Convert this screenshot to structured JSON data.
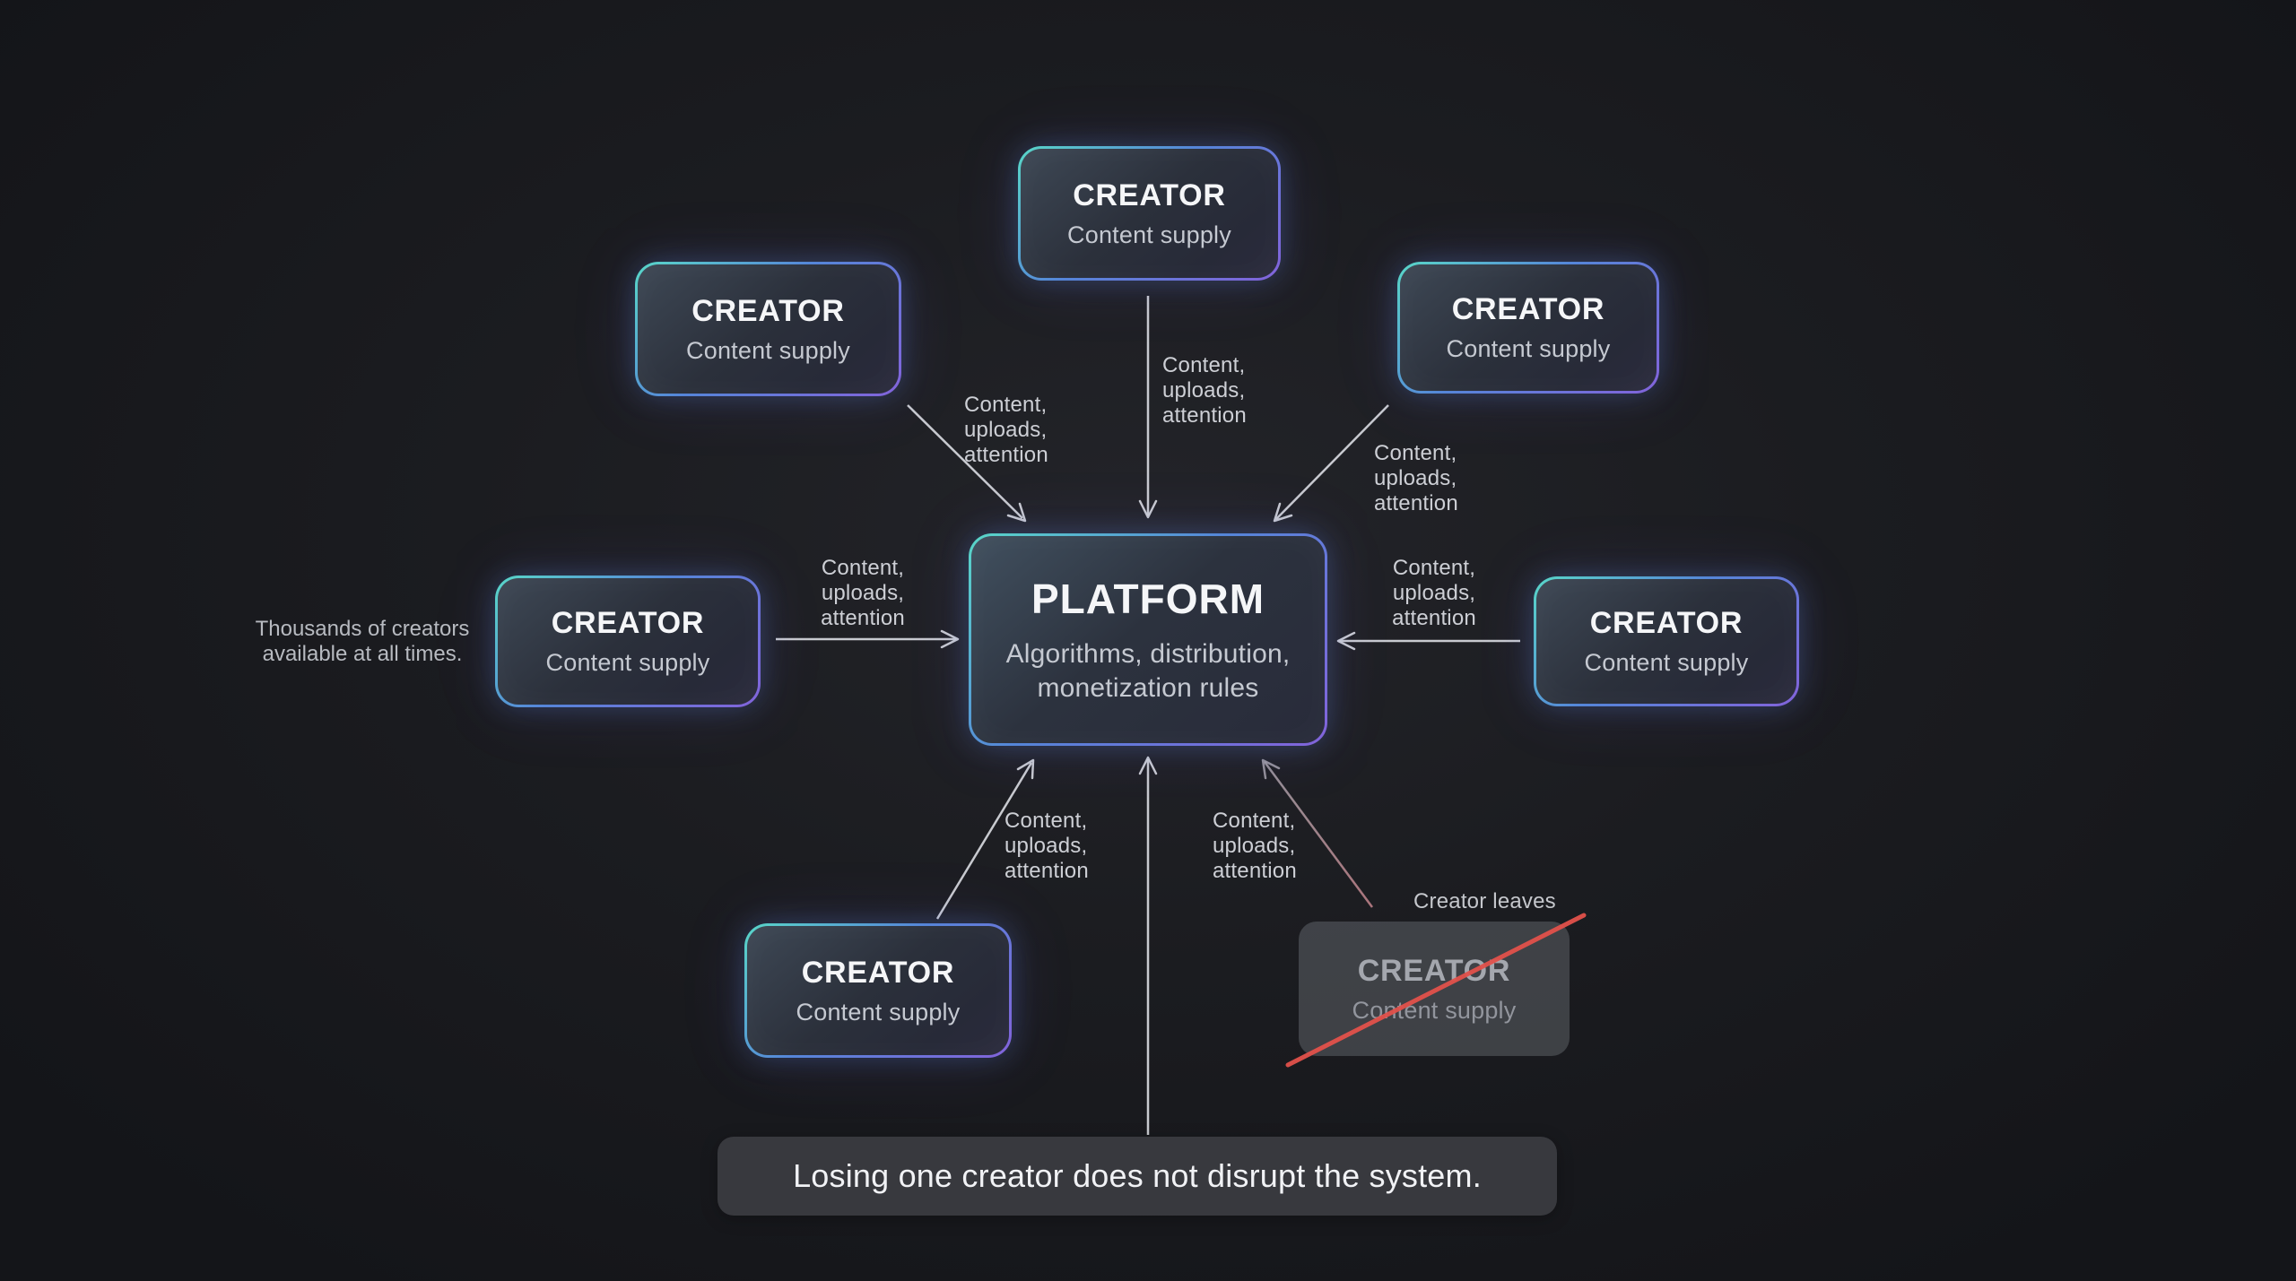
{
  "colors": {
    "background": "#1b1c20",
    "node_border_teal": "#59d7c8",
    "node_border_blue": "#5585d8",
    "node_border_purple": "#8263da",
    "arrow": "#d2d4d9",
    "faded_arrow_top": "#a8a5ad",
    "faded_arrow_bottom": "#c4848c",
    "strike_red": "#e2514b",
    "caption_bg": "#38393e"
  },
  "platform": {
    "title": "PLATFORM",
    "subtitle_lines": [
      "Algorithms, distribution,",
      "monetization rules"
    ]
  },
  "creators": [
    {
      "id": "top",
      "title": "CREATOR",
      "subtitle": "Content supply"
    },
    {
      "id": "top-left",
      "title": "CREATOR",
      "subtitle": "Content supply"
    },
    {
      "id": "top-right",
      "title": "CREATOR",
      "subtitle": "Content supply"
    },
    {
      "id": "left",
      "title": "CREATOR",
      "subtitle": "Content supply"
    },
    {
      "id": "right",
      "title": "CREATOR",
      "subtitle": "Content supply"
    },
    {
      "id": "bottom-left",
      "title": "CREATOR",
      "subtitle": "Content supply"
    }
  ],
  "faded_creator": {
    "title": "CREATOR",
    "subtitle": "Content supply",
    "annotation": "Creator leaves"
  },
  "edge_labels": [
    {
      "id": "top-left",
      "lines": [
        "Content,",
        "uploads,",
        "attention"
      ]
    },
    {
      "id": "top-center",
      "lines": [
        "Content,",
        "uploads,",
        "attention"
      ]
    },
    {
      "id": "top-right",
      "lines": [
        "Content,",
        "uploads,",
        "attention"
      ]
    },
    {
      "id": "left",
      "lines": [
        "Content,",
        "uploads,",
        "attention"
      ]
    },
    {
      "id": "right",
      "lines": [
        "Content,",
        "uploads,",
        "attention"
      ]
    },
    {
      "id": "bottom-left",
      "lines": [
        "Content,",
        "uploads,",
        "attention"
      ]
    },
    {
      "id": "bottom-right",
      "lines": [
        "Content,",
        "uploads,",
        "attention"
      ]
    }
  ],
  "side_note": {
    "lines": [
      "Thousands of creators",
      "available at all times."
    ]
  },
  "caption": {
    "text": "Losing one creator does not disrupt the system."
  }
}
